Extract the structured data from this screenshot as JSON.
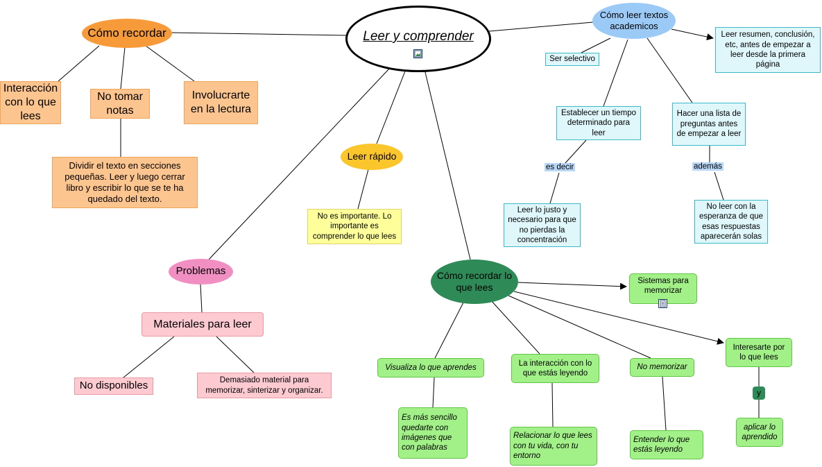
{
  "central": {
    "title": "Leer y comprender",
    "icon": "image-icon"
  },
  "como_recordar": {
    "title": "Cómo recordar",
    "children": [
      "Interacción con lo que lees",
      "No tomar notas",
      "Involucrarte en la lectura"
    ],
    "detail": "Dividir el texto en secciones pequeñas. Leer y luego cerrar libro y escribir lo que se te ha quedado del texto."
  },
  "textos": {
    "title": "Cómo leer textos academicos",
    "resumen": "Leer resumen, conclusión, etc, antes de empezar a leer desde la primera página",
    "selectivo": "Ser selectivo",
    "tiempo": "Establecer un tiempo determinado para leer",
    "es_decir": "es decir",
    "justo": "Leer lo justo y necesario para que no pierdas la concentración",
    "preguntas": "Hacer una lista de preguntas antes de empezar a leer",
    "ademas": "además",
    "esperanza": "No leer con la esperanza de que esas respuestas aparecerán solas"
  },
  "rapido": {
    "title": "Leer rápido",
    "note": "No es importante. Lo importante es comprender lo que lees"
  },
  "problemas": {
    "title": "Problemas",
    "materiales": "Materiales para leer",
    "no_disponibles": "No disponibles",
    "demasiado": "Demasiado material para memorizar, sinterizar y organizar."
  },
  "recordar_lees": {
    "title": "Cómo recordar lo que lees",
    "sistemas": "Sistemas para memorizar",
    "sistemas_icon": "document-icon",
    "visualiza": "Visualiza lo que aprendes",
    "sencillo": "Es más sencillo quedarte con imágenes que con palabras",
    "interaccion": "La interacción con lo que estás leyendo",
    "relacionar": "Relacionar lo que lees con tu vida, con tu entorno",
    "no_memorizar": "No memorizar",
    "entender": "Entender lo que estás leyendo",
    "interesarte": "Interesarte por lo que lees",
    "y": "y",
    "aplicar": "aplicar lo aprendido"
  },
  "colors": {
    "orange": "#f79a3a",
    "cyan": "#dff7fa",
    "blue": "#9ccaf6",
    "yellow": "#fbc62c",
    "pink": "#f18fc3",
    "green_dark": "#2e8b57",
    "green_light": "#a2f188"
  }
}
